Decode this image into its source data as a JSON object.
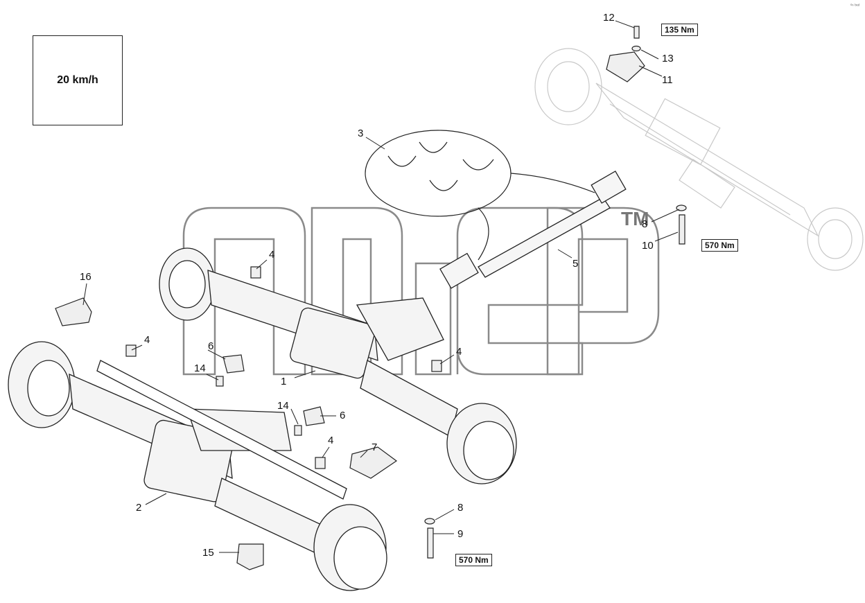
{
  "speed_label": "20 km/h",
  "corner_mark": "⁰ⁿ ᵇᵉᵈ",
  "watermark_tm": "TM",
  "callouts": [
    "1",
    "2",
    "3",
    "4",
    "4",
    "4",
    "4",
    "5",
    "6",
    "6",
    "7",
    "8",
    "8",
    "9",
    "10",
    "11",
    "12",
    "13",
    "14",
    "14",
    "15",
    "16"
  ],
  "torques": [
    "135 Nm",
    "570 Nm",
    "570 Nm"
  ]
}
